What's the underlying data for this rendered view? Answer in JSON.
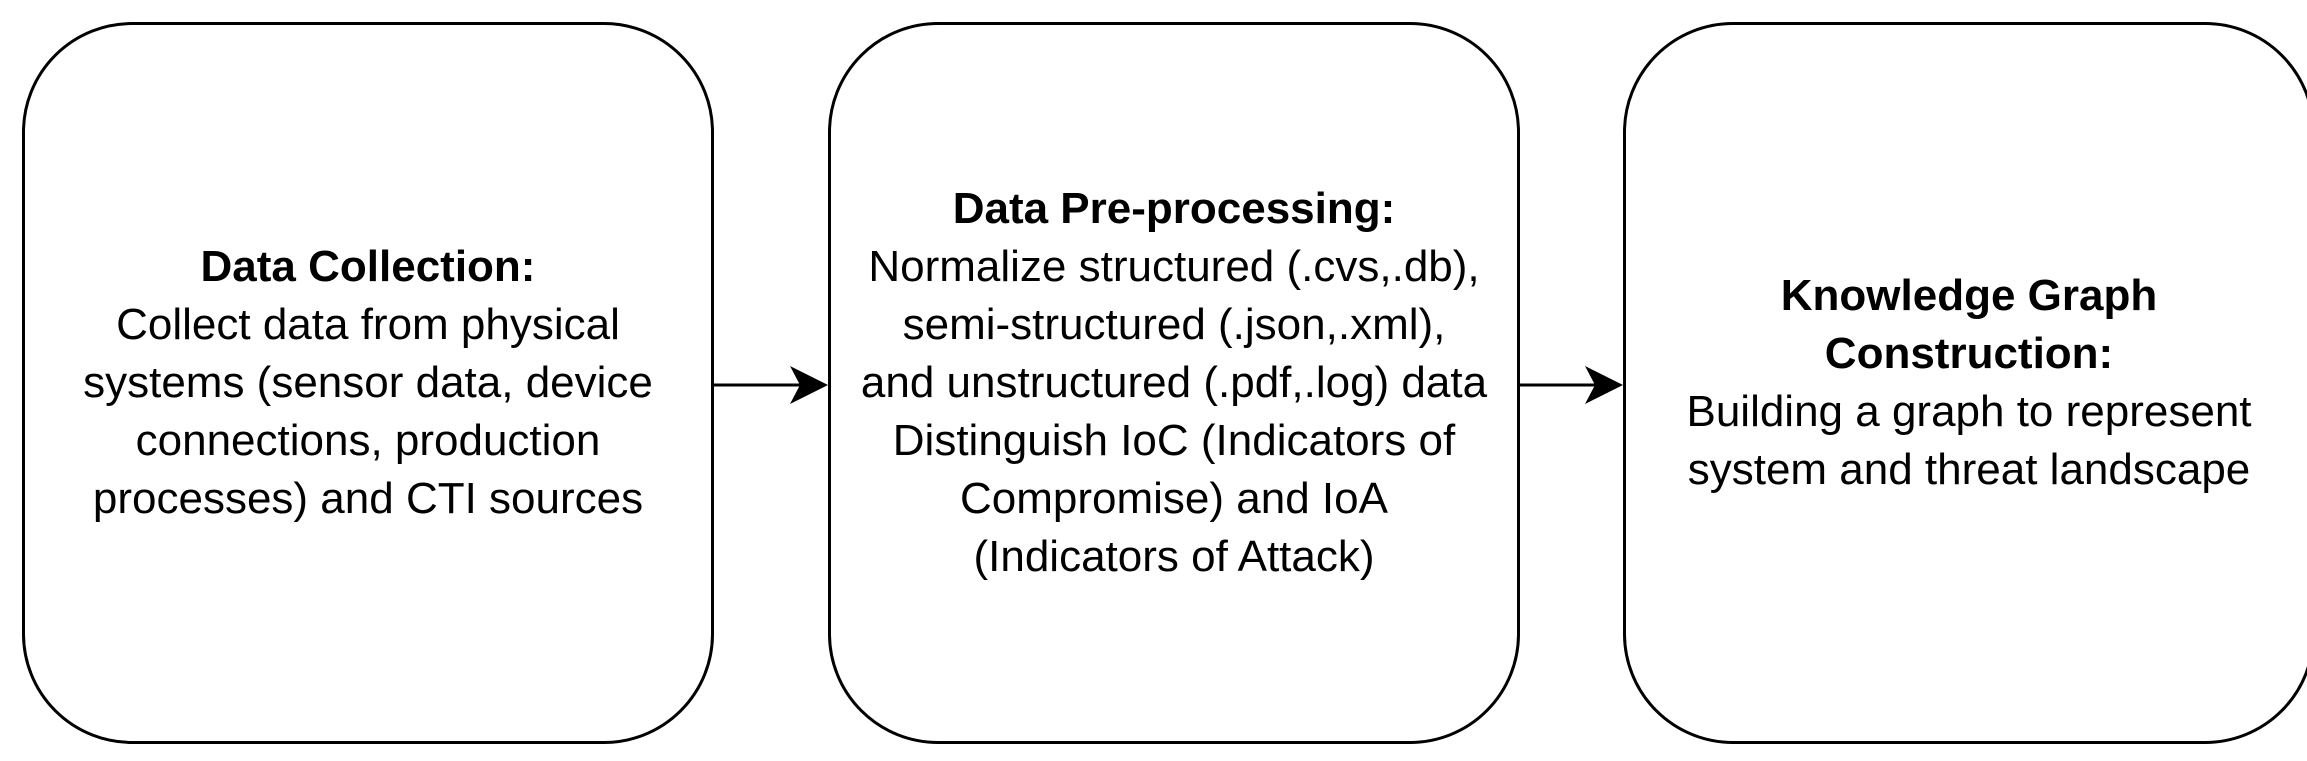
{
  "diagram": {
    "nodes": [
      {
        "id": "collection",
        "title": "Data Collection:",
        "lines": [
          "Collect data from physical",
          "systems (sensor data, device",
          "connections, production",
          "processes) and CTI sources"
        ]
      },
      {
        "id": "preprocessing",
        "title": "Data Pre-processing:",
        "lines": [
          "Normalize structured (.cvs,.db),",
          "semi-structured (.json,.xml),",
          "and unstructured (.pdf,.log) data",
          "Distinguish IoC (Indicators of",
          "Compromise) and IoA",
          "(Indicators of Attack)"
        ]
      },
      {
        "id": "graph",
        "title": "Knowledge Graph Construction:",
        "title_lines": [
          "Knowledge Graph",
          "Construction:"
        ],
        "lines": [
          "Building a graph to represent",
          "system and threat landscape"
        ]
      }
    ],
    "edges": [
      {
        "from": "collection",
        "to": "preprocessing"
      },
      {
        "from": "preprocessing",
        "to": "graph"
      }
    ],
    "stroke_color": "#000000"
  }
}
